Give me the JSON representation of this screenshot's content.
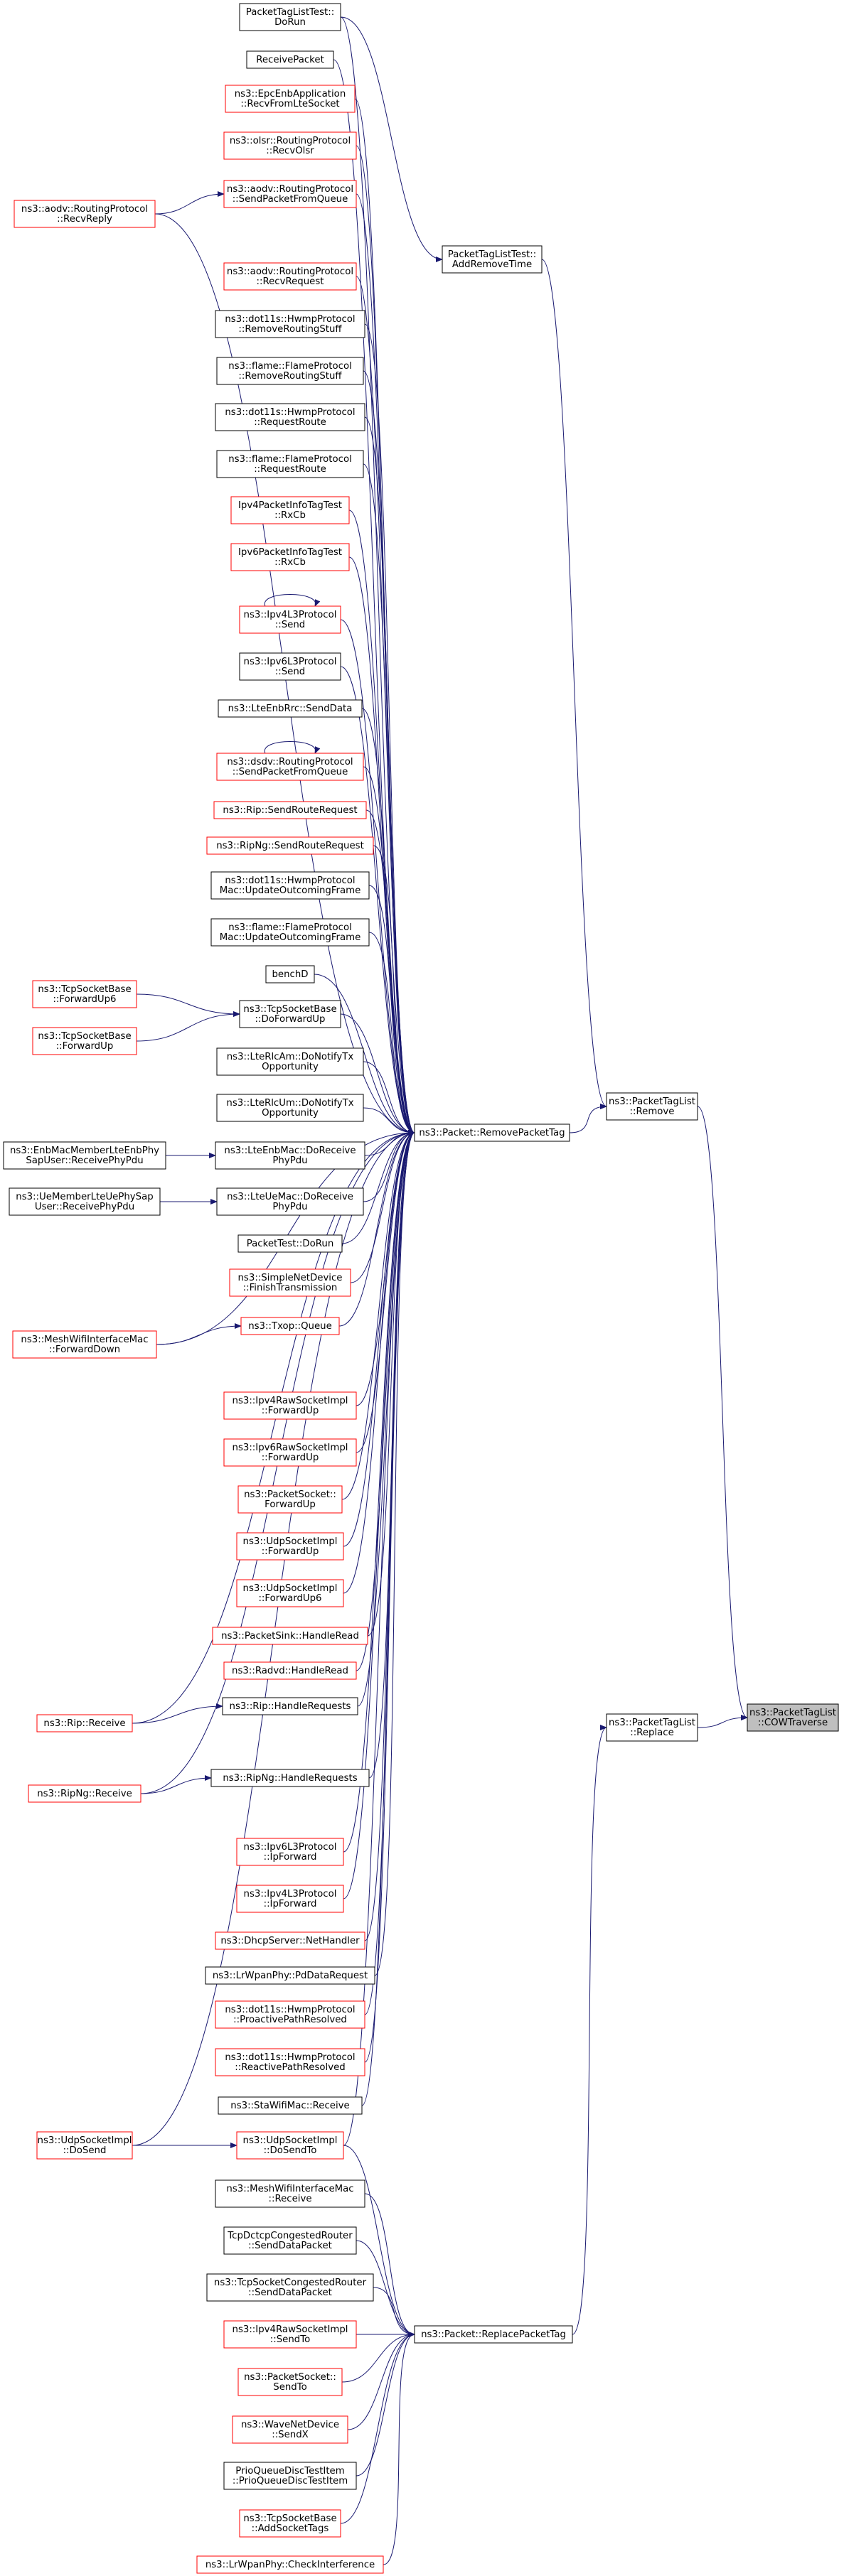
{
  "colors": {
    "edge": "#191970",
    "border_default": "#000000",
    "border_truncated": "#ff0000",
    "focus_fill": "#bfbfbf",
    "node_fill": "#ffffff"
  },
  "nodes": [
    {
      "id": "cow",
      "lines": [
        "ns3::PacketTagList",
        "::COWTraverse"
      ],
      "style": "focus"
    },
    {
      "id": "ptl_remove",
      "lines": [
        "ns3::PacketTagList",
        "::Remove"
      ],
      "style": "default"
    },
    {
      "id": "ptl_replace",
      "lines": [
        "ns3::PacketTagList",
        "::Replace"
      ],
      "style": "default"
    },
    {
      "id": "ptlt_addremove",
      "lines": [
        "PacketTagListTest::",
        "AddRemoveTime"
      ],
      "style": "default"
    },
    {
      "id": "ptlt_dorun",
      "lines": [
        "PacketTagListTest::",
        "DoRun"
      ],
      "style": "default"
    },
    {
      "id": "pkt_remove",
      "lines": [
        "ns3::Packet::RemovePacketTag"
      ],
      "style": "default"
    },
    {
      "id": "pkt_replace",
      "lines": [
        "ns3::Packet::ReplacePacketTag"
      ],
      "style": "default"
    },
    {
      "id": "r1",
      "lines": [
        "ReceivePacket"
      ],
      "style": "default"
    },
    {
      "id": "r2",
      "lines": [
        "ns3::EpcEnbApplication",
        "::RecvFromLteSocket"
      ],
      "style": "truncated"
    },
    {
      "id": "r3",
      "lines": [
        "ns3::olsr::RoutingProtocol",
        "::RecvOlsr"
      ],
      "style": "truncated"
    },
    {
      "id": "r4",
      "lines": [
        "ns3::aodv::RoutingProtocol",
        "::SendPacketFromQueue"
      ],
      "style": "truncated"
    },
    {
      "id": "r5",
      "lines": [
        "ns3::aodv::RoutingProtocol",
        "::RecvRequest"
      ],
      "style": "truncated"
    },
    {
      "id": "r6",
      "lines": [
        "ns3::dot11s::HwmpProtocol",
        "::RemoveRoutingStuff"
      ],
      "style": "default"
    },
    {
      "id": "r7",
      "lines": [
        "ns3::flame::FlameProtocol",
        "::RemoveRoutingStuff"
      ],
      "style": "default"
    },
    {
      "id": "r8",
      "lines": [
        "ns3::dot11s::HwmpProtocol",
        "::RequestRoute"
      ],
      "style": "default"
    },
    {
      "id": "r9",
      "lines": [
        "ns3::flame::FlameProtocol",
        "::RequestRoute"
      ],
      "style": "default"
    },
    {
      "id": "r10",
      "lines": [
        "Ipv4PacketInfoTagTest",
        "::RxCb"
      ],
      "style": "truncated"
    },
    {
      "id": "r11",
      "lines": [
        "Ipv6PacketInfoTagTest",
        "::RxCb"
      ],
      "style": "truncated"
    },
    {
      "id": "r12",
      "lines": [
        "ns3::Ipv4L3Protocol",
        "::Send"
      ],
      "style": "truncated"
    },
    {
      "id": "r13",
      "lines": [
        "ns3::Ipv6L3Protocol",
        "::Send"
      ],
      "style": "default"
    },
    {
      "id": "r14",
      "lines": [
        "ns3::LteEnbRrc::SendData"
      ],
      "style": "default"
    },
    {
      "id": "r15",
      "lines": [
        "ns3::dsdv::RoutingProtocol",
        "::SendPacketFromQueue"
      ],
      "style": "truncated"
    },
    {
      "id": "r16",
      "lines": [
        "ns3::Rip::SendRouteRequest"
      ],
      "style": "truncated"
    },
    {
      "id": "r17",
      "lines": [
        "ns3::RipNg::SendRouteRequest"
      ],
      "style": "truncated"
    },
    {
      "id": "r18",
      "lines": [
        "ns3::dot11s::HwmpProtocol",
        "Mac::UpdateOutcomingFrame"
      ],
      "style": "default"
    },
    {
      "id": "r19",
      "lines": [
        "ns3::flame::FlameProtocol",
        "Mac::UpdateOutcomingFrame"
      ],
      "style": "default"
    },
    {
      "id": "r20",
      "lines": [
        "benchD"
      ],
      "style": "default"
    },
    {
      "id": "r21",
      "lines": [
        "ns3::TcpSocketBase",
        "::DoForwardUp"
      ],
      "style": "default"
    },
    {
      "id": "r22",
      "lines": [
        "ns3::LteRlcAm::DoNotifyTx",
        "Opportunity"
      ],
      "style": "default"
    },
    {
      "id": "r23",
      "lines": [
        "ns3::LteRlcUm::DoNotifyTx",
        "Opportunity"
      ],
      "style": "default"
    },
    {
      "id": "r24",
      "lines": [
        "ns3::LteEnbMac::DoReceive",
        "PhyPdu"
      ],
      "style": "default"
    },
    {
      "id": "r25",
      "lines": [
        "ns3::LteUeMac::DoReceive",
        "PhyPdu"
      ],
      "style": "default"
    },
    {
      "id": "r26",
      "lines": [
        "PacketTest::DoRun"
      ],
      "style": "default"
    },
    {
      "id": "r27",
      "lines": [
        "ns3::SimpleNetDevice",
        "::FinishTransmission"
      ],
      "style": "truncated"
    },
    {
      "id": "r28",
      "lines": [
        "ns3::Txop::Queue"
      ],
      "style": "truncated"
    },
    {
      "id": "r29",
      "lines": [
        "ns3::Ipv4RawSocketImpl",
        "::ForwardUp"
      ],
      "style": "truncated"
    },
    {
      "id": "r30",
      "lines": [
        "ns3::Ipv6RawSocketImpl",
        "::ForwardUp"
      ],
      "style": "truncated"
    },
    {
      "id": "r31",
      "lines": [
        "ns3::PacketSocket::",
        "ForwardUp"
      ],
      "style": "truncated"
    },
    {
      "id": "r32",
      "lines": [
        "ns3::UdpSocketImpl",
        "::ForwardUp"
      ],
      "style": "truncated"
    },
    {
      "id": "r33",
      "lines": [
        "ns3::UdpSocketImpl",
        "::ForwardUp6"
      ],
      "style": "truncated"
    },
    {
      "id": "r34",
      "lines": [
        "ns3::PacketSink::HandleRead"
      ],
      "style": "truncated"
    },
    {
      "id": "r35",
      "lines": [
        "ns3::Radvd::HandleRead"
      ],
      "style": "truncated"
    },
    {
      "id": "r36",
      "lines": [
        "ns3::Rip::HandleRequests"
      ],
      "style": "default"
    },
    {
      "id": "r37",
      "lines": [
        "ns3::RipNg::HandleRequests"
      ],
      "style": "default"
    },
    {
      "id": "r38",
      "lines": [
        "ns3::Ipv6L3Protocol",
        "::IpForward"
      ],
      "style": "truncated"
    },
    {
      "id": "r39",
      "lines": [
        "ns3::Ipv4L3Protocol",
        "::IpForward"
      ],
      "style": "truncated"
    },
    {
      "id": "r40",
      "lines": [
        "ns3::DhcpServer::NetHandler"
      ],
      "style": "truncated"
    },
    {
      "id": "r41",
      "lines": [
        "ns3::LrWpanPhy::PdDataRequest"
      ],
      "style": "default"
    },
    {
      "id": "r42",
      "lines": [
        "ns3::dot11s::HwmpProtocol",
        "::ProactivePathResolved"
      ],
      "style": "truncated"
    },
    {
      "id": "r43",
      "lines": [
        "ns3::dot11s::HwmpProtocol",
        "::ReactivePathResolved"
      ],
      "style": "truncated"
    },
    {
      "id": "r44",
      "lines": [
        "ns3::StaWifiMac::Receive"
      ],
      "style": "default"
    },
    {
      "id": "r45",
      "lines": [
        "ns3::UdpSocketImpl",
        "::DoSendTo"
      ],
      "style": "truncated"
    },
    {
      "id": "p1",
      "lines": [
        "ns3::MeshWifiInterfaceMac",
        "::Receive"
      ],
      "style": "default"
    },
    {
      "id": "p2",
      "lines": [
        "TcpDctcpCongestedRouter",
        "::SendDataPacket"
      ],
      "style": "default"
    },
    {
      "id": "p3",
      "lines": [
        "ns3::TcpSocketCongestedRouter",
        "::SendDataPacket"
      ],
      "style": "default"
    },
    {
      "id": "p4",
      "lines": [
        "ns3::Ipv4RawSocketImpl",
        "::SendTo"
      ],
      "style": "truncated"
    },
    {
      "id": "p5",
      "lines": [
        "ns3::PacketSocket::",
        "SendTo"
      ],
      "style": "truncated"
    },
    {
      "id": "p6",
      "lines": [
        "ns3::WaveNetDevice",
        "::SendX"
      ],
      "style": "truncated"
    },
    {
      "id": "p7",
      "lines": [
        "PrioQueueDiscTestItem",
        "::PrioQueueDiscTestItem"
      ],
      "style": "default"
    },
    {
      "id": "p8",
      "lines": [
        "ns3::TcpSocketBase",
        "::AddSocketTags"
      ],
      "style": "truncated"
    },
    {
      "id": "p9",
      "lines": [
        "ns3::LrWpanPhy::CheckInterference"
      ],
      "style": "truncated"
    },
    {
      "id": "l1",
      "lines": [
        "ns3::aodv::RoutingProtocol",
        "::RecvReply"
      ],
      "style": "truncated"
    },
    {
      "id": "l2",
      "lines": [
        "ns3::TcpSocketBase",
        "::ForwardUp6"
      ],
      "style": "truncated"
    },
    {
      "id": "l3",
      "lines": [
        "ns3::TcpSocketBase",
        "::ForwardUp"
      ],
      "style": "truncated"
    },
    {
      "id": "l4",
      "lines": [
        "ns3::EnbMacMemberLteEnbPhy",
        "SapUser::ReceivePhyPdu"
      ],
      "style": "default"
    },
    {
      "id": "l5",
      "lines": [
        "ns3::UeMemberLteUePhySap",
        "User::ReceivePhyPdu"
      ],
      "style": "default"
    },
    {
      "id": "l6",
      "lines": [
        "ns3::MeshWifiInterfaceMac",
        "::ForwardDown"
      ],
      "style": "truncated"
    },
    {
      "id": "l7",
      "lines": [
        "ns3::Rip::Receive"
      ],
      "style": "truncated"
    },
    {
      "id": "l8",
      "lines": [
        "ns3::RipNg::Receive"
      ],
      "style": "truncated"
    },
    {
      "id": "l9",
      "lines": [
        "ns3::UdpSocketImpl",
        "::DoSend"
      ],
      "style": "truncated"
    }
  ],
  "edges": [
    {
      "from": "ptlt_dorun",
      "to": "ptlt_addremove"
    },
    {
      "from": "ptlt_addremove",
      "to": "ptl_remove"
    },
    {
      "from": "ptl_remove",
      "to": "cow"
    },
    {
      "from": "ptl_replace",
      "to": "cow"
    },
    {
      "from": "pkt_remove",
      "to": "ptl_remove"
    },
    {
      "from": "pkt_replace",
      "to": "ptl_replace"
    },
    {
      "from": "ptlt_dorun",
      "to": "pkt_remove"
    },
    {
      "from": "r1",
      "to": "pkt_remove"
    },
    {
      "from": "r2",
      "to": "pkt_remove"
    },
    {
      "from": "r3",
      "to": "pkt_remove"
    },
    {
      "from": "r4",
      "to": "pkt_remove"
    },
    {
      "from": "r5",
      "to": "pkt_remove"
    },
    {
      "from": "r6",
      "to": "pkt_remove"
    },
    {
      "from": "r7",
      "to": "pkt_remove"
    },
    {
      "from": "r8",
      "to": "pkt_remove"
    },
    {
      "from": "r9",
      "to": "pkt_remove"
    },
    {
      "from": "r10",
      "to": "pkt_remove"
    },
    {
      "from": "r11",
      "to": "pkt_remove"
    },
    {
      "from": "r12",
      "to": "pkt_remove"
    },
    {
      "from": "r13",
      "to": "pkt_remove"
    },
    {
      "from": "r14",
      "to": "pkt_remove"
    },
    {
      "from": "r15",
      "to": "pkt_remove"
    },
    {
      "from": "r16",
      "to": "pkt_remove"
    },
    {
      "from": "r17",
      "to": "pkt_remove"
    },
    {
      "from": "r18",
      "to": "pkt_remove"
    },
    {
      "from": "r19",
      "to": "pkt_remove"
    },
    {
      "from": "r20",
      "to": "pkt_remove"
    },
    {
      "from": "r21",
      "to": "pkt_remove"
    },
    {
      "from": "r22",
      "to": "pkt_remove"
    },
    {
      "from": "r23",
      "to": "pkt_remove"
    },
    {
      "from": "r24",
      "to": "pkt_remove"
    },
    {
      "from": "r25",
      "to": "pkt_remove"
    },
    {
      "from": "r26",
      "to": "pkt_remove"
    },
    {
      "from": "r27",
      "to": "pkt_remove"
    },
    {
      "from": "r28",
      "to": "pkt_remove"
    },
    {
      "from": "r29",
      "to": "pkt_remove"
    },
    {
      "from": "r30",
      "to": "pkt_remove"
    },
    {
      "from": "r31",
      "to": "pkt_remove"
    },
    {
      "from": "r32",
      "to": "pkt_remove"
    },
    {
      "from": "r33",
      "to": "pkt_remove"
    },
    {
      "from": "r34",
      "to": "pkt_remove"
    },
    {
      "from": "r35",
      "to": "pkt_remove"
    },
    {
      "from": "r36",
      "to": "pkt_remove"
    },
    {
      "from": "r37",
      "to": "pkt_remove"
    },
    {
      "from": "r38",
      "to": "pkt_remove"
    },
    {
      "from": "r39",
      "to": "pkt_remove"
    },
    {
      "from": "r40",
      "to": "pkt_remove"
    },
    {
      "from": "r41",
      "to": "pkt_remove"
    },
    {
      "from": "r42",
      "to": "pkt_remove"
    },
    {
      "from": "r43",
      "to": "pkt_remove"
    },
    {
      "from": "r44",
      "to": "pkt_remove"
    },
    {
      "from": "r45",
      "to": "pkt_remove"
    },
    {
      "from": "l1",
      "to": "pkt_remove"
    },
    {
      "from": "l6",
      "to": "pkt_remove"
    },
    {
      "from": "l7",
      "to": "pkt_remove"
    },
    {
      "from": "l8",
      "to": "pkt_remove"
    },
    {
      "from": "l9",
      "to": "pkt_remove"
    },
    {
      "from": "r45",
      "to": "pkt_replace"
    },
    {
      "from": "p1",
      "to": "pkt_replace"
    },
    {
      "from": "p2",
      "to": "pkt_replace"
    },
    {
      "from": "p3",
      "to": "pkt_replace"
    },
    {
      "from": "p4",
      "to": "pkt_replace"
    },
    {
      "from": "p5",
      "to": "pkt_replace"
    },
    {
      "from": "p6",
      "to": "pkt_replace"
    },
    {
      "from": "p7",
      "to": "pkt_replace"
    },
    {
      "from": "p8",
      "to": "pkt_replace"
    },
    {
      "from": "p9",
      "to": "pkt_replace"
    },
    {
      "from": "l1",
      "to": "r4"
    },
    {
      "from": "l2",
      "to": "r21"
    },
    {
      "from": "l3",
      "to": "r21"
    },
    {
      "from": "l4",
      "to": "r24"
    },
    {
      "from": "l5",
      "to": "r25"
    },
    {
      "from": "l6",
      "to": "r28"
    },
    {
      "from": "l7",
      "to": "r36"
    },
    {
      "from": "l8",
      "to": "r37"
    },
    {
      "from": "l9",
      "to": "r45"
    },
    {
      "from": "r12",
      "to": "r12"
    },
    {
      "from": "r15",
      "to": "r15"
    }
  ]
}
